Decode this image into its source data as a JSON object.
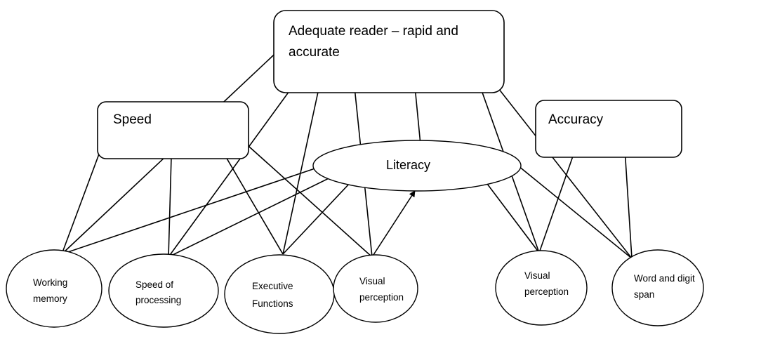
{
  "boxes": {
    "adequate_reader": {
      "line1": "Adequate reader – rapid and",
      "line2": "accurate"
    },
    "speed": {
      "label": "Speed"
    },
    "accuracy": {
      "label": "Accuracy"
    }
  },
  "literacy": {
    "label": "Literacy"
  },
  "predictors": [
    {
      "line1": "Working",
      "line2": "memory"
    },
    {
      "line1": "Speed of",
      "line2": "processing"
    },
    {
      "line1": "Executive",
      "line2": "Functions"
    },
    {
      "line1": "Visual",
      "line2": "perception"
    },
    {
      "line1": "Visual",
      "line2": "perception"
    },
    {
      "line1": "Word and digit",
      "line2": "span"
    }
  ]
}
